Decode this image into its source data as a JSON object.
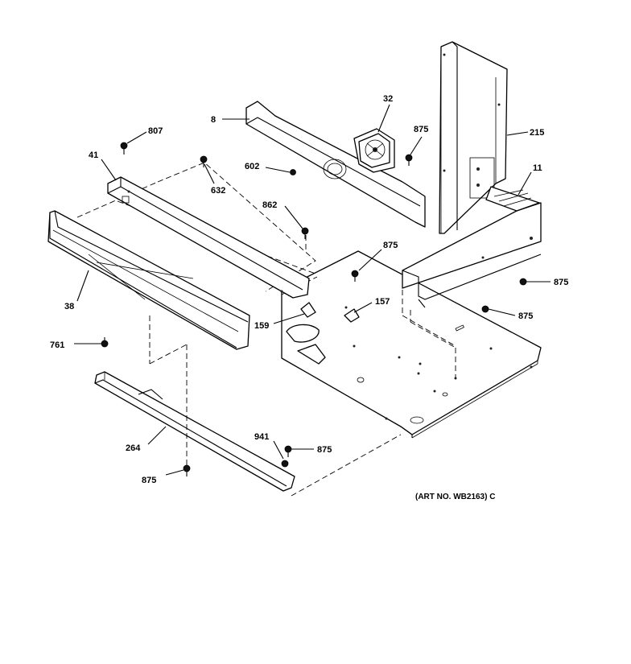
{
  "callouts": {
    "c8": "8",
    "c32": "32",
    "c807": "807",
    "c875_fan": "875",
    "c215": "215",
    "c41": "41",
    "c632": "632",
    "c602": "602",
    "c11": "11",
    "c862": "862",
    "c875_floor": "875",
    "c875_right1": "875",
    "c38": "38",
    "c157": "157",
    "c159": "159",
    "c875_right2": "875",
    "c761": "761",
    "c264": "264",
    "c941": "941",
    "c875_bottom": "875",
    "c875_left": "875"
  },
  "art_number": "(ART NO. WB2163) C"
}
